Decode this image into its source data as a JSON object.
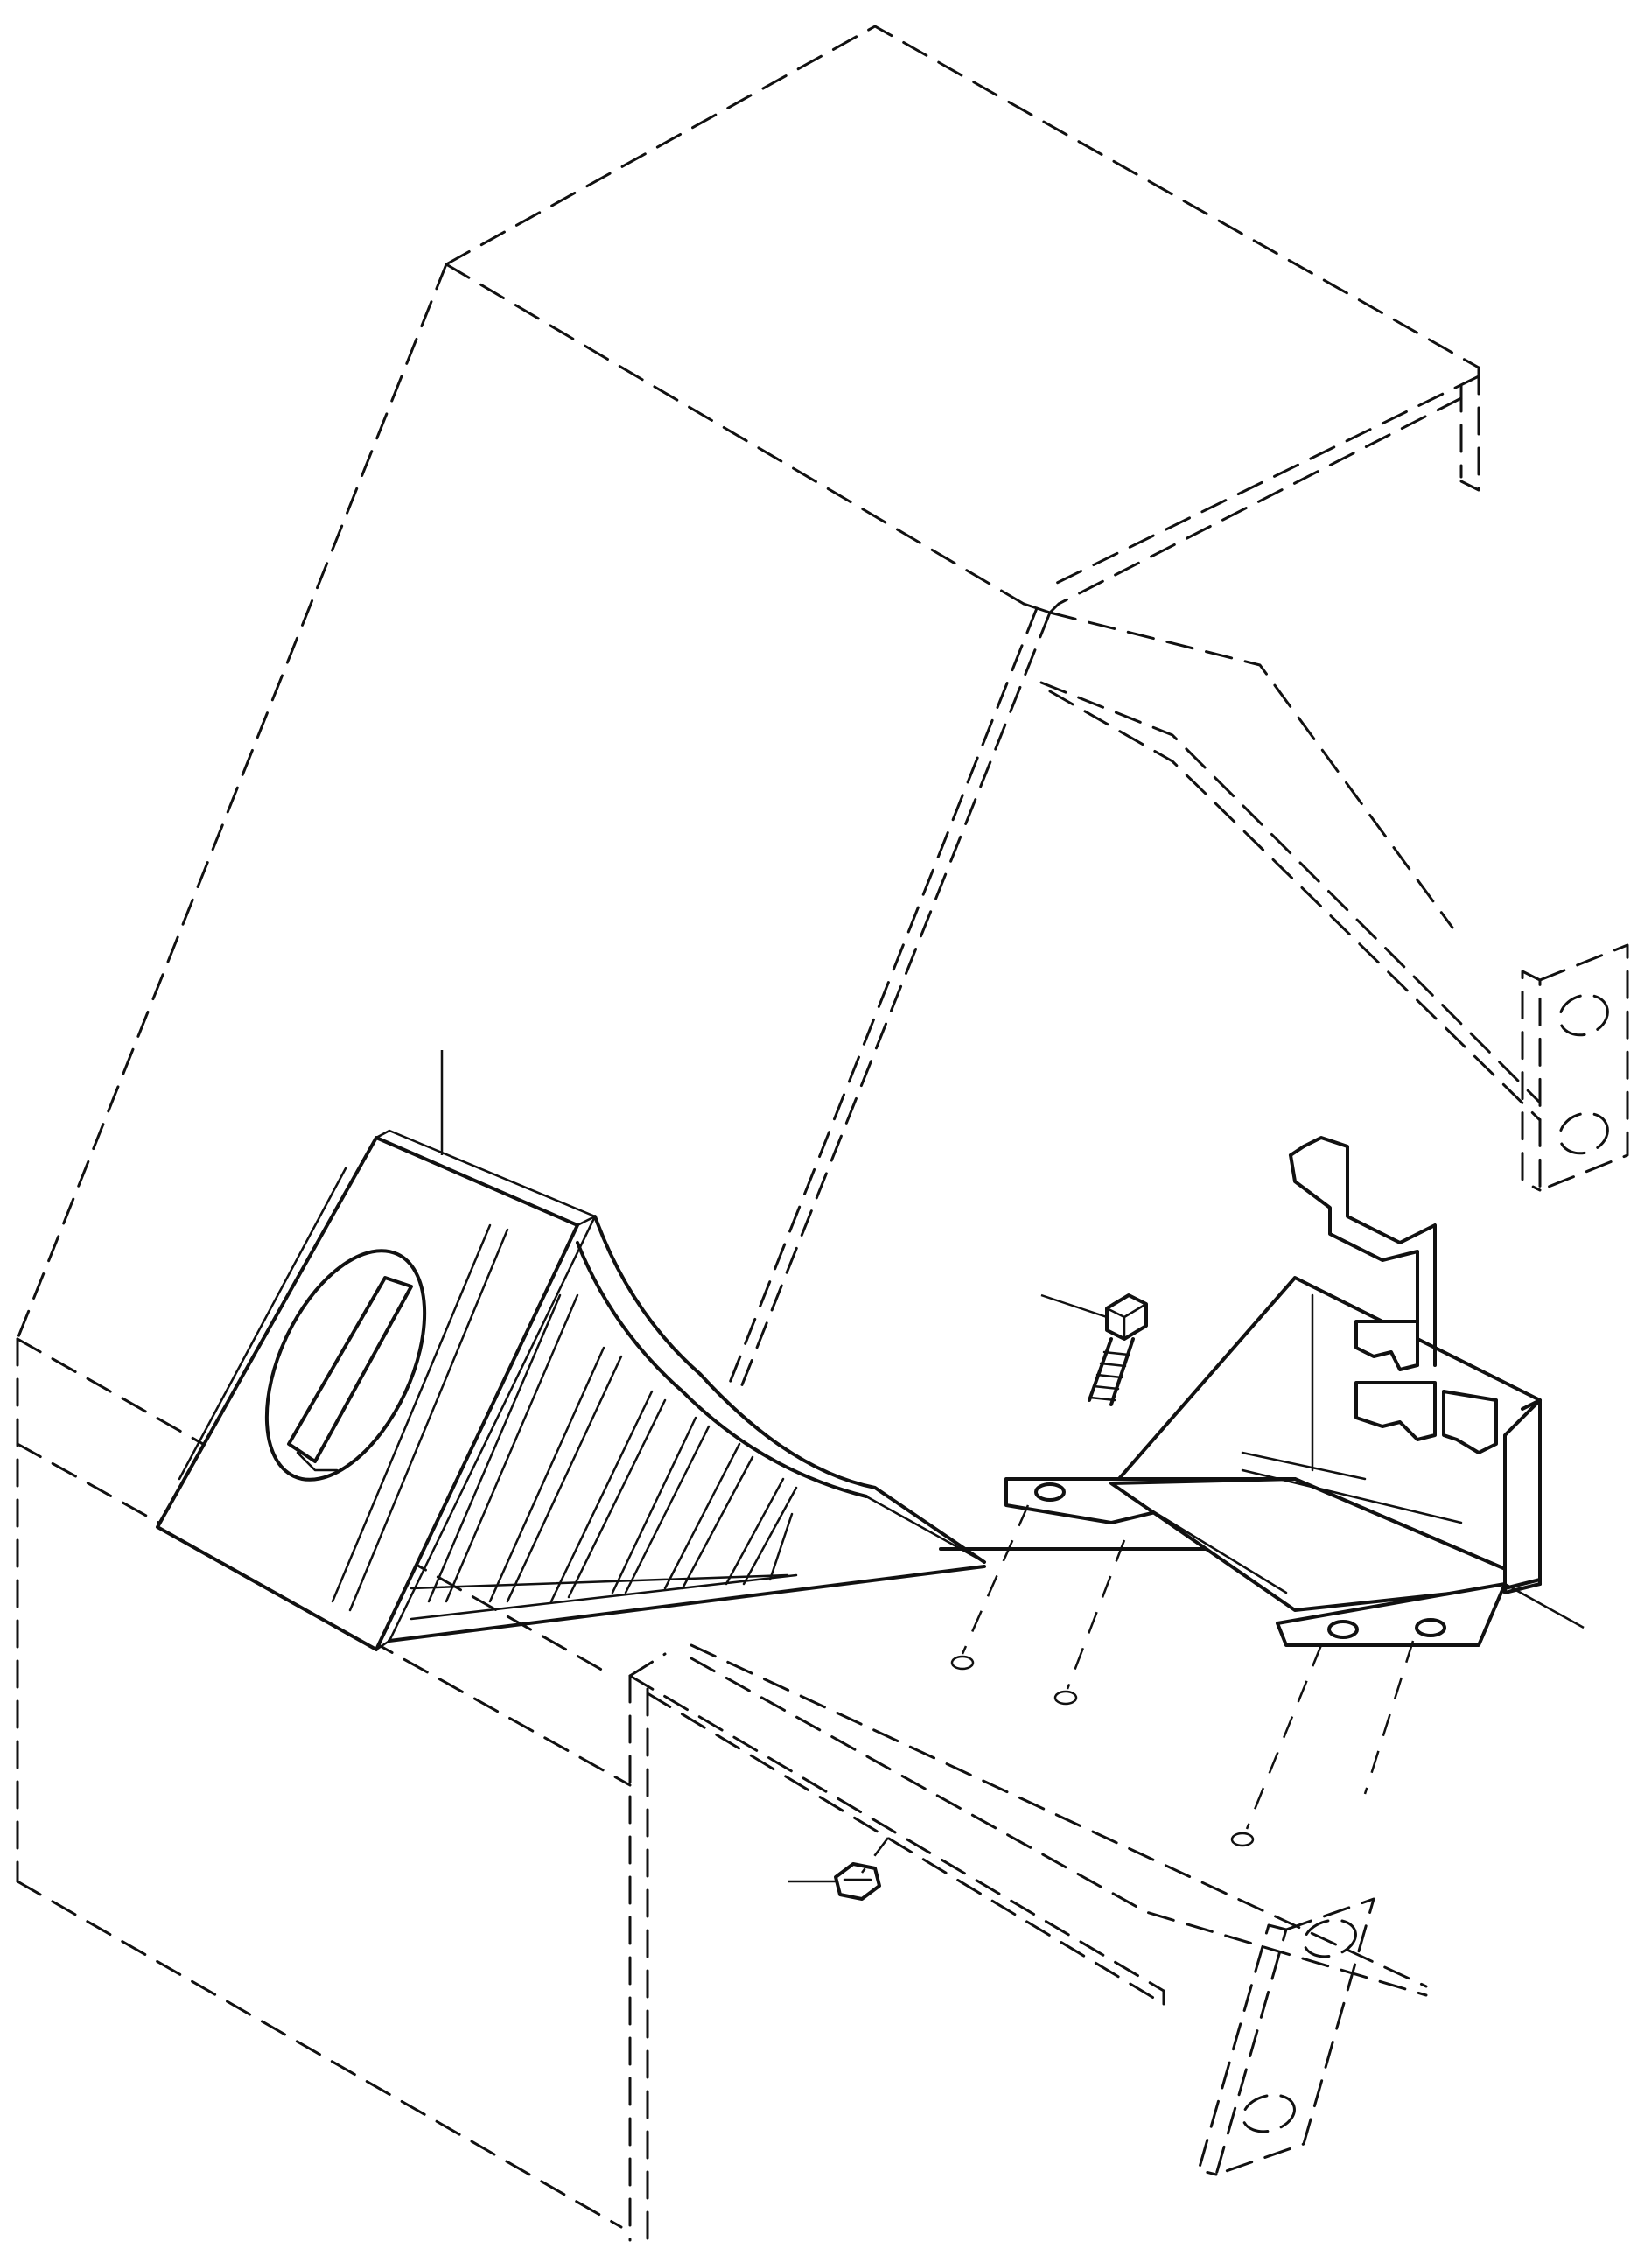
{
  "diagram": {
    "parts": [
      "vehicle-body-phantom",
      "wheel-chock",
      "chock-holder-bracket",
      "retaining-spring-clip",
      "mounting-bolt",
      "hex-nut",
      "mounting-bracket-upper",
      "mounting-bracket-lower"
    ],
    "annotations": [],
    "colors": {
      "line": "#111111",
      "background": "#ffffff"
    }
  }
}
